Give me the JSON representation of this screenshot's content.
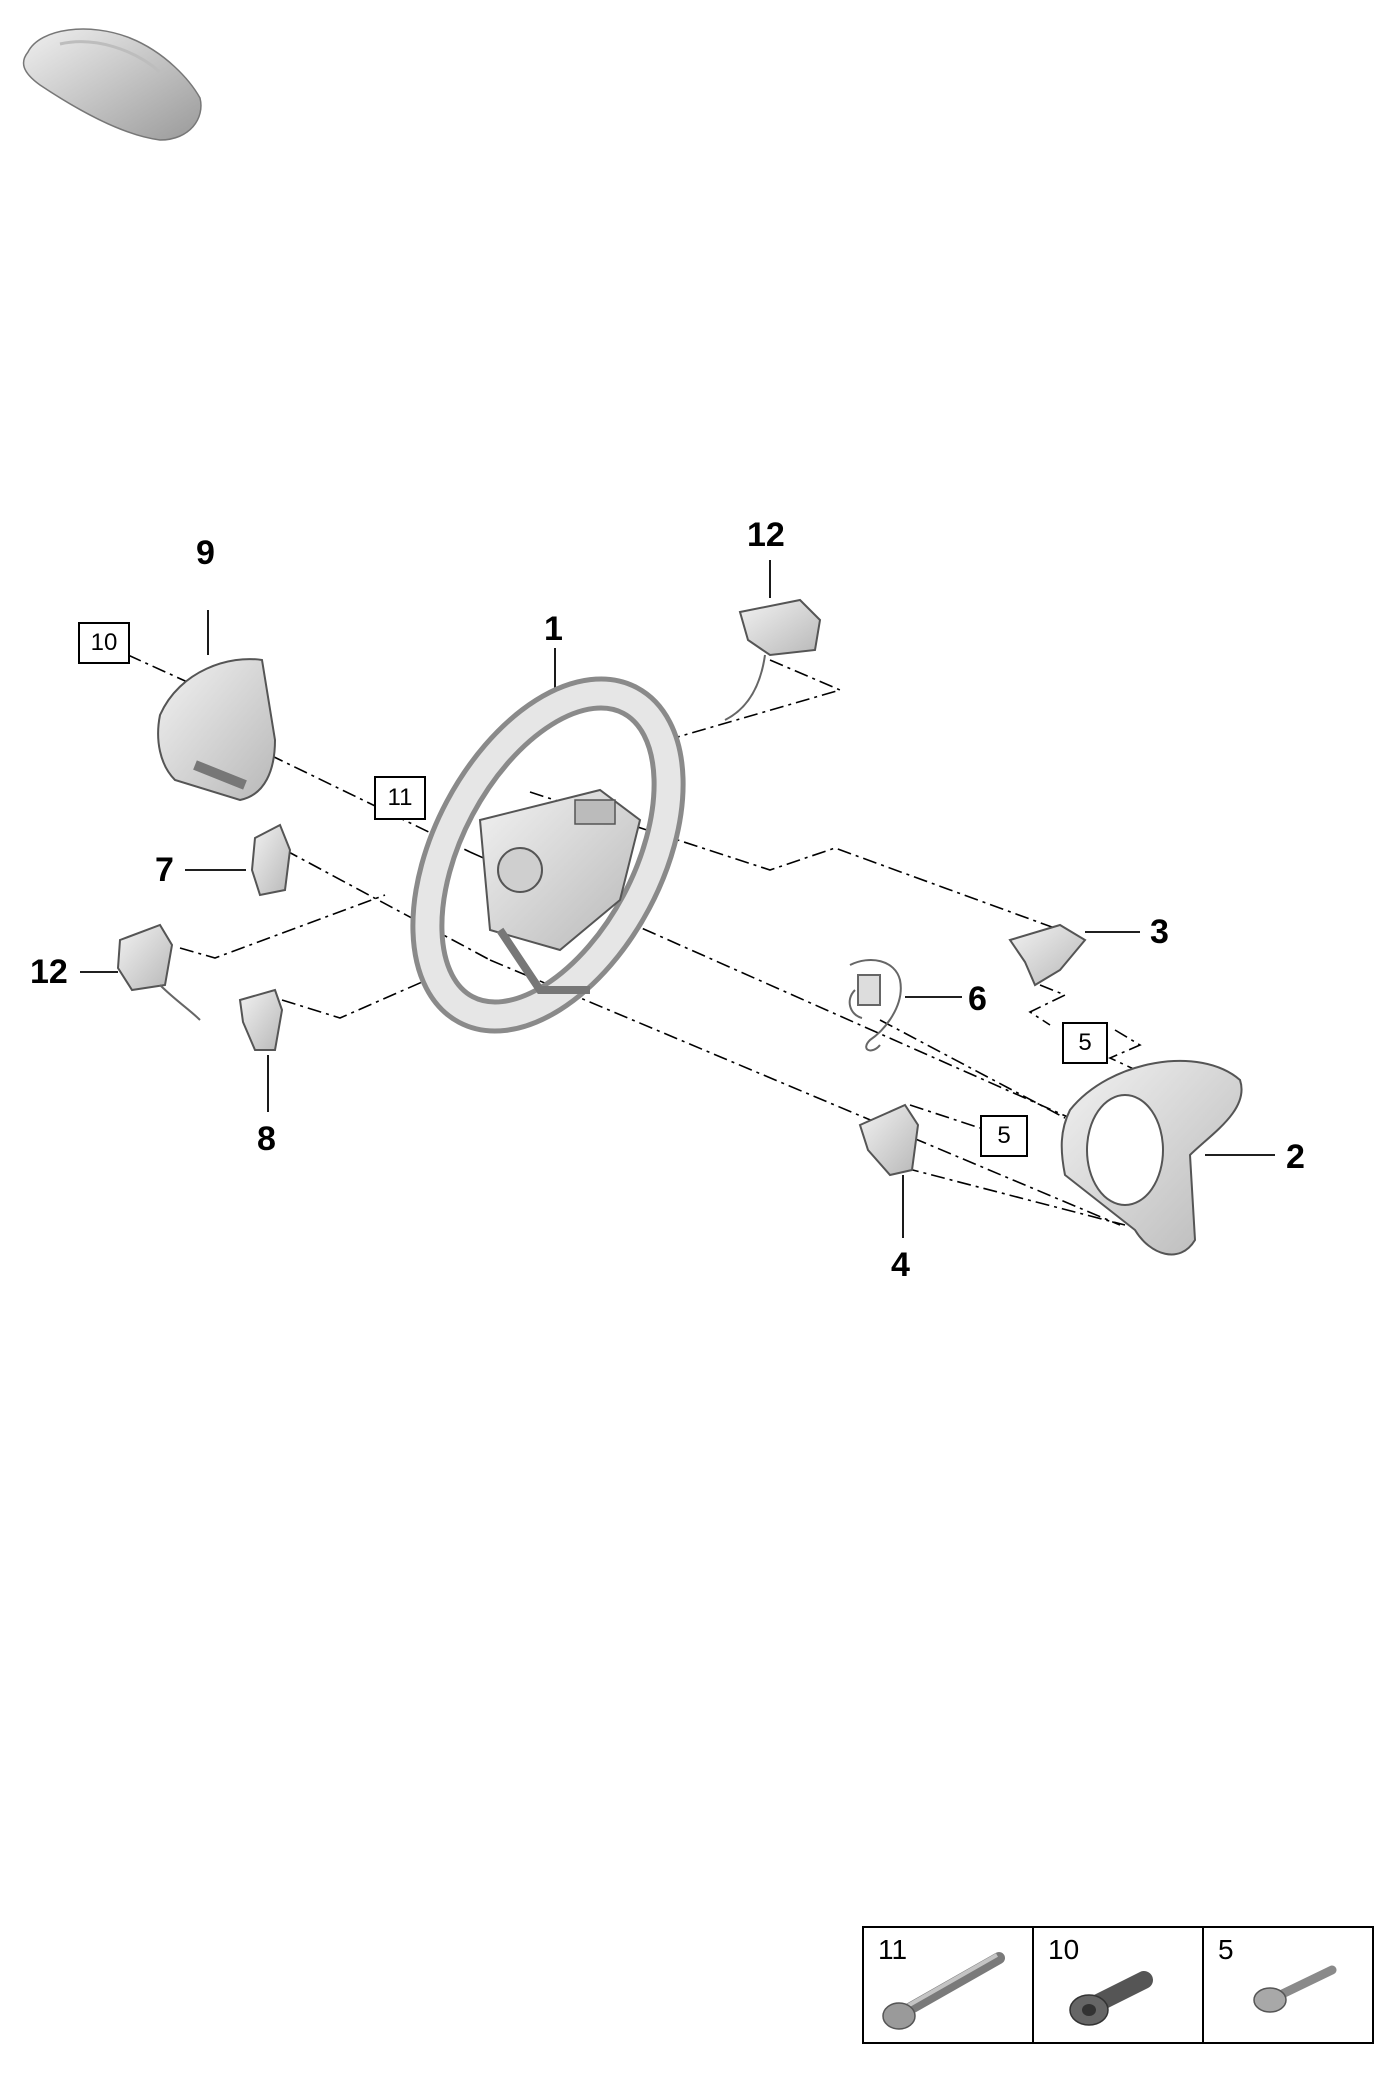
{
  "callouts": {
    "c1": "1",
    "c2": "2",
    "c3": "3",
    "c4": "4",
    "c6": "6",
    "c7": "7",
    "c8": "8",
    "c9": "9",
    "c12_top": "12",
    "c12_left": "12"
  },
  "boxed_labels": {
    "b10": "10",
    "b11": "11",
    "b5_upper": "5",
    "b5_lower": "5"
  },
  "legend": [
    {
      "label": "11",
      "icon": "long-bolt-icon"
    },
    {
      "label": "10",
      "icon": "short-bolt-icon"
    },
    {
      "label": "5",
      "icon": "small-screw-icon"
    }
  ],
  "colors": {
    "line": "#000000",
    "part_fill": "#d9d9d9",
    "part_stroke": "#555555"
  }
}
